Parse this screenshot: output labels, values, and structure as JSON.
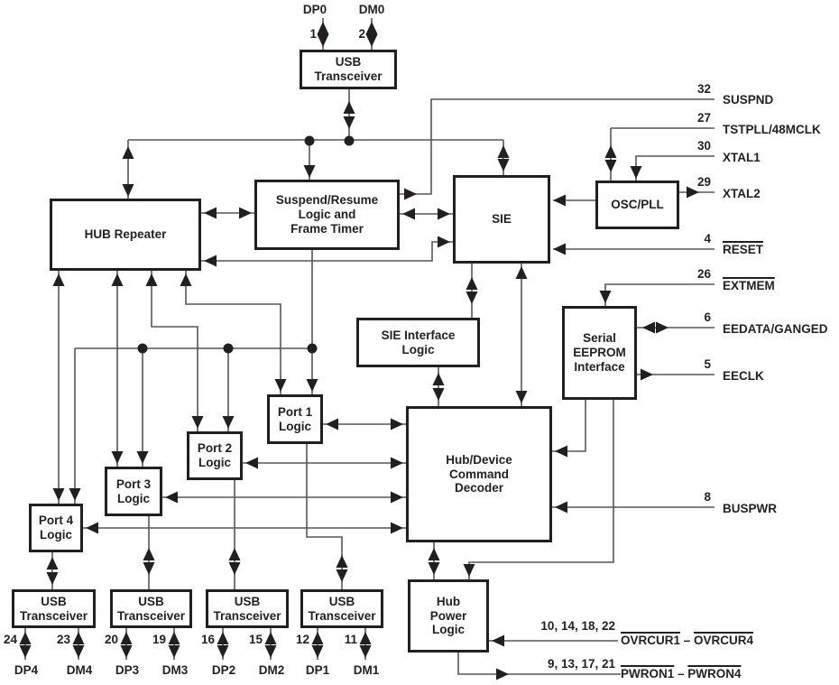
{
  "diagram": {
    "blocks": {
      "usb_transceiver_top": "USB\nTransceiver",
      "hub_repeater": "HUB Repeater",
      "suspend_resume": "Suspend/Resume\nLogic and\nFrame Timer",
      "sie": "SIE",
      "osc_pll": "OSC/PLL",
      "sie_interface_logic": "SIE Interface\nLogic",
      "serial_eeprom_interface": "Serial\nEEPROM\nInterface",
      "hub_device_command_decoder": "Hub/Device\nCommand\nDecoder",
      "port1_logic": "Port 1\nLogic",
      "port2_logic": "Port 2\nLogic",
      "port3_logic": "Port 3\nLogic",
      "port4_logic": "Port 4\nLogic",
      "hub_power_logic": "Hub\nPower\nLogic",
      "usb_transceiver_4": "USB\nTransceiver",
      "usb_transceiver_3": "USB\nTransceiver",
      "usb_transceiver_2": "USB\nTransceiver",
      "usb_transceiver_1": "USB\nTransceiver"
    },
    "pins_right": [
      {
        "number": "32",
        "label": "SUSPND"
      },
      {
        "number": "27",
        "label": "TSTPLL/48MCLK"
      },
      {
        "number": "30",
        "label": "XTAL1"
      },
      {
        "number": "29",
        "label": "XTAL2"
      },
      {
        "number": "4",
        "label": "RESET"
      },
      {
        "number": "26",
        "label": "EXTMEM"
      },
      {
        "number": "6",
        "label": "EEDATA/GANGED"
      },
      {
        "number": "5",
        "label": "EECLK"
      },
      {
        "number": "8",
        "label": "BUSPWR"
      },
      {
        "number": "10, 14, 18, 22",
        "label_from": "OVRCUR1",
        "dash": " – ",
        "label_to": "OVRCUR4"
      },
      {
        "number": "9, 13, 17, 21",
        "label_from": "PWRON1",
        "dash": " – ",
        "label_to": "PWRON4"
      }
    ],
    "pins_top": [
      {
        "number": "1",
        "label": "DP0"
      },
      {
        "number": "2",
        "label": "DM0"
      }
    ],
    "pins_bottom": [
      {
        "number": "24",
        "label": "DP4"
      },
      {
        "number": "23",
        "label": "DM4"
      },
      {
        "number": "20",
        "label": "DP3"
      },
      {
        "number": "19",
        "label": "DM3"
      },
      {
        "number": "16",
        "label": "DP2"
      },
      {
        "number": "15",
        "label": "DM2"
      },
      {
        "number": "12",
        "label": "DP1"
      },
      {
        "number": "11",
        "label": "DM1"
      }
    ],
    "colors": {
      "wire": "#55565a",
      "ink": "#231f20",
      "background": "#ffffff"
    }
  }
}
